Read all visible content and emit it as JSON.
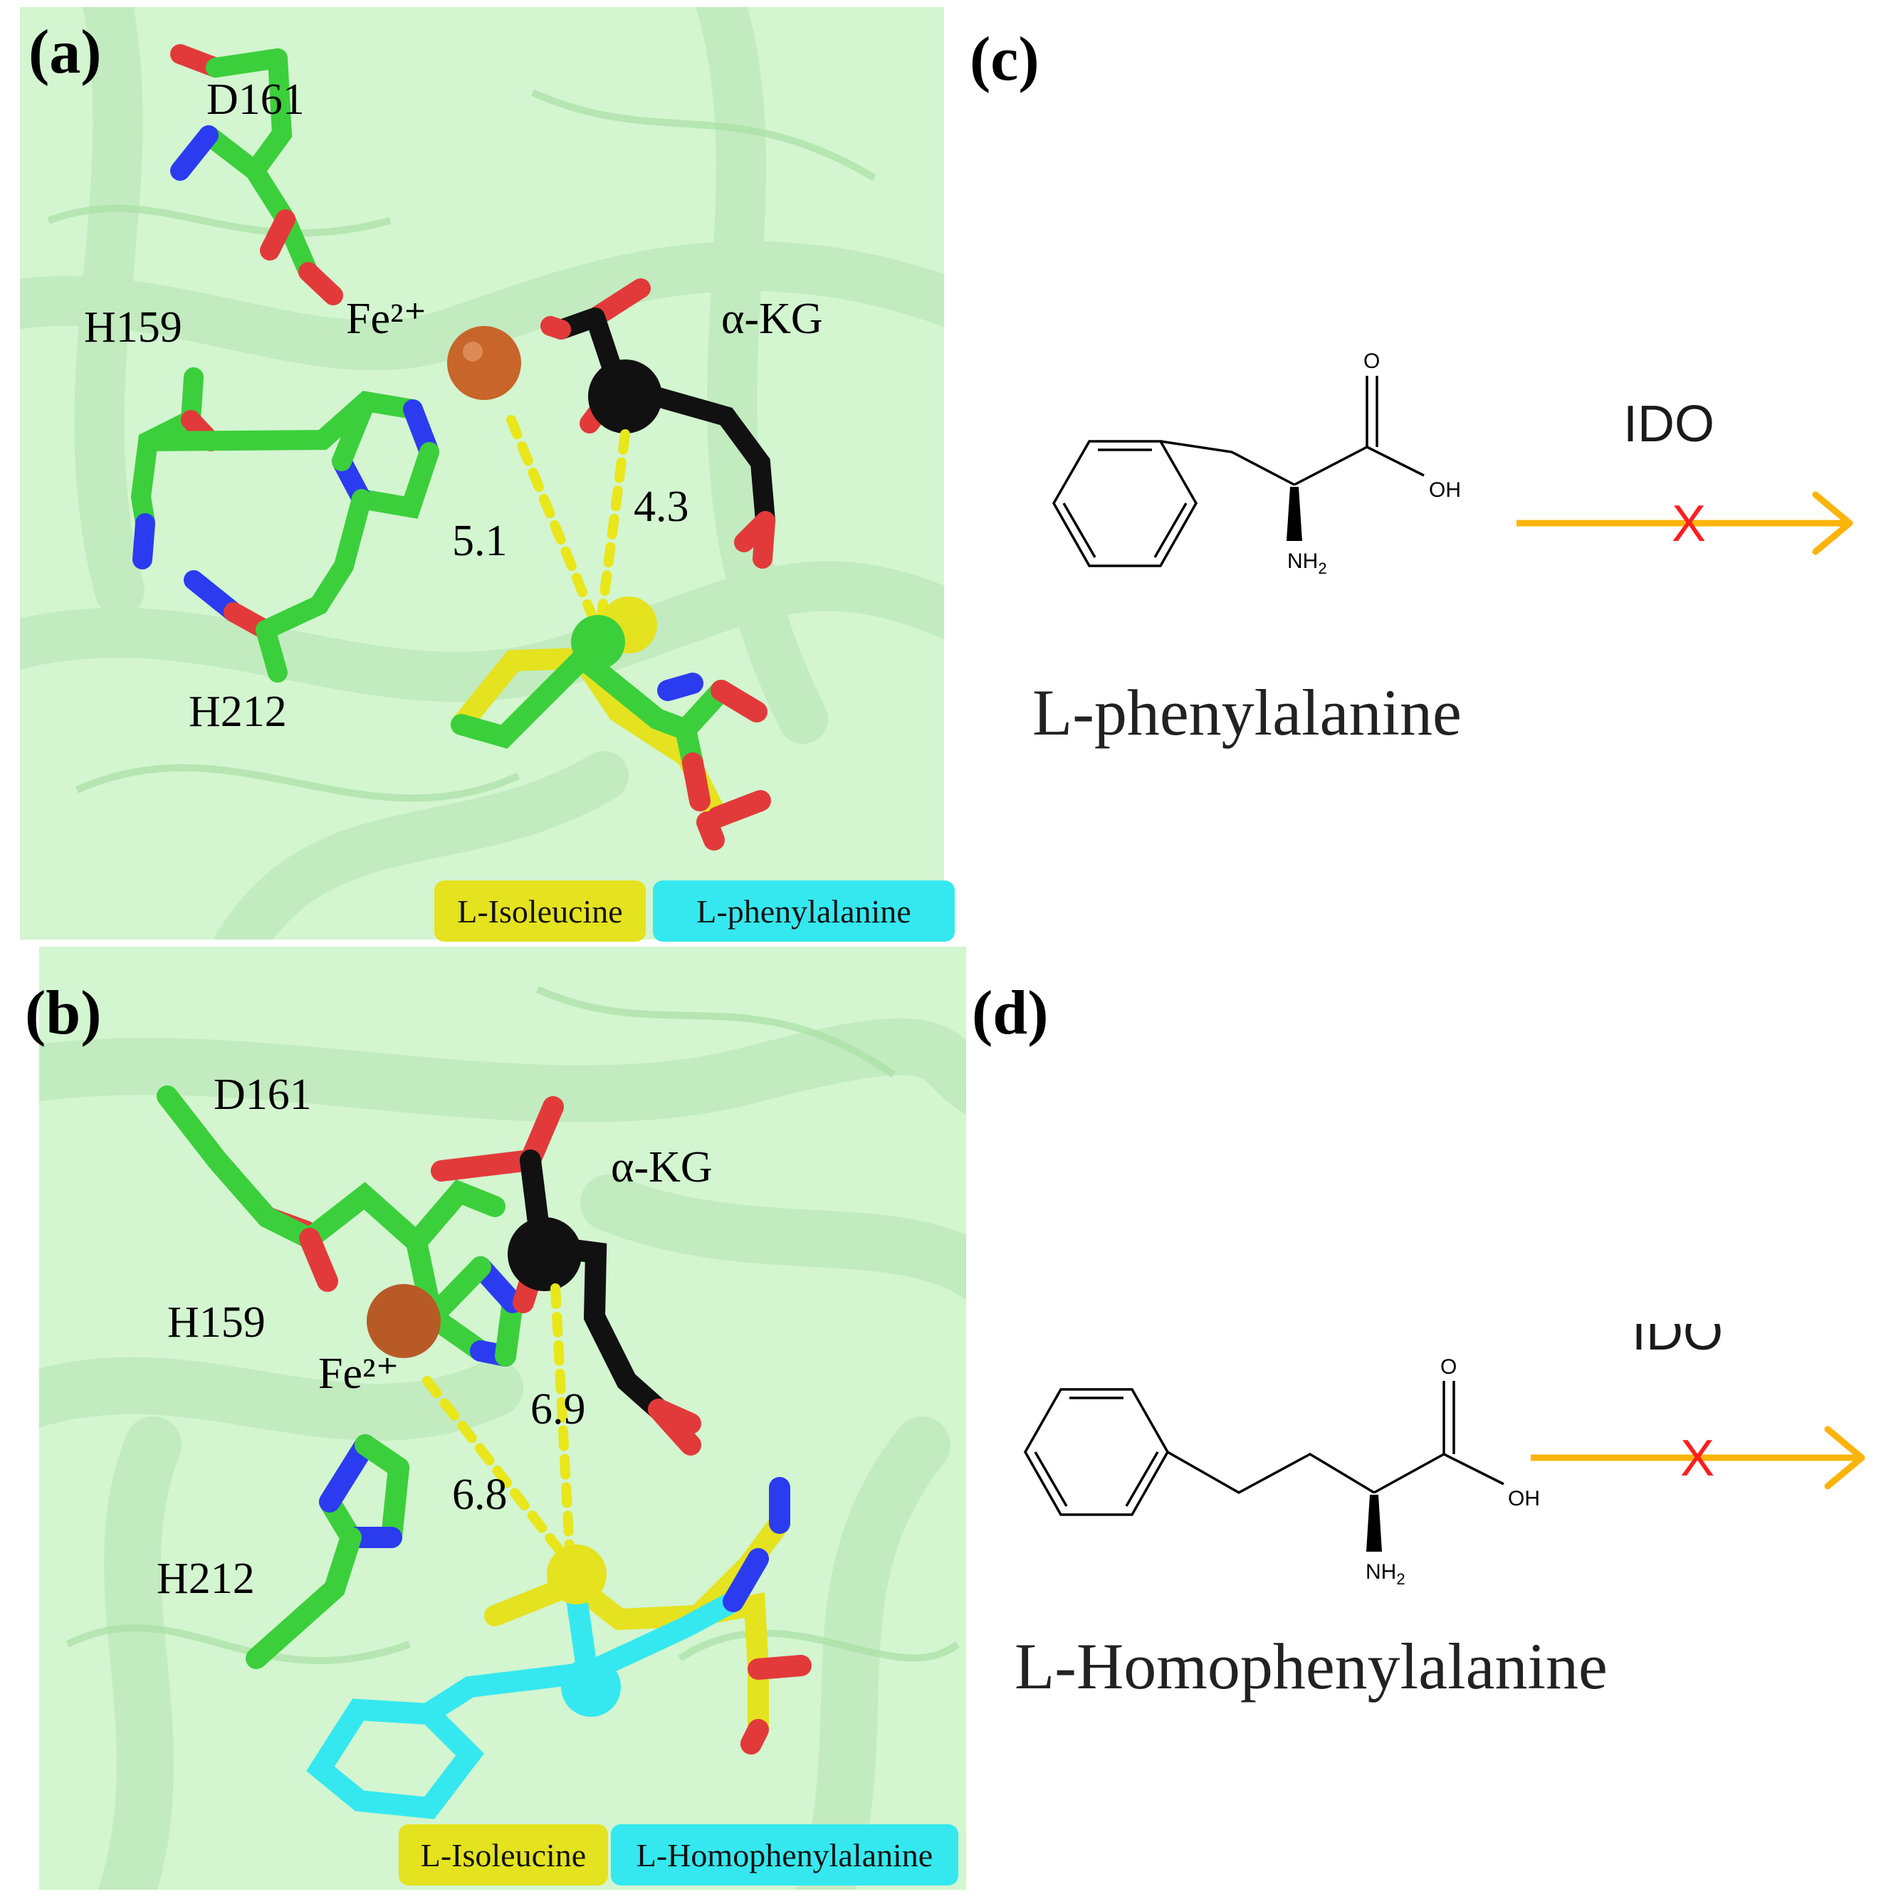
{
  "figure": {
    "panels": {
      "a": {
        "label": "(a)",
        "residues": [
          "D161",
          "H159",
          "H212"
        ],
        "metal": "Fe²⁺",
        "cofactor": "α-KG",
        "distances": [
          "5.1",
          "4.3"
        ],
        "legend": [
          {
            "text": "L-Isoleucine",
            "color": "#e5e21f"
          },
          {
            "text": "L-phenylalanine",
            "color": "#35e8ef"
          }
        ]
      },
      "b": {
        "label": "(b)",
        "residues": [
          "D161",
          "H159",
          "H212"
        ],
        "metal": "Fe²⁺",
        "cofactor": "α-KG",
        "distances": [
          "6.9",
          "6.8"
        ],
        "legend": [
          {
            "text": "L-Isoleucine",
            "color": "#e5e21f"
          },
          {
            "text": "L-Homophenylalanine",
            "color": "#35e8ef"
          }
        ]
      },
      "c": {
        "label": "(c)",
        "compound": "L-phenylalanine",
        "atoms": {
          "o": "O",
          "oh": "OH",
          "nh2": "NH",
          "sub2": "2"
        },
        "enzyme": "IDO",
        "mark": "X"
      },
      "d": {
        "label": "(d)",
        "compound": "L-Homophenylalanine",
        "atoms": {
          "o": "O",
          "oh": "OH",
          "nh2": "NH",
          "sub2": "2"
        },
        "enzyme": "IDO",
        "mark": "X"
      }
    },
    "colors": {
      "protein_bg": "#d3f5d0",
      "carbon": "#3ccf3c",
      "oxygen": "#e23a3a",
      "nitrogen": "#2b3cf0",
      "alphaKG": "#111111",
      "iron": "#c8652a",
      "isoleucine": "#e5e21f",
      "phenylalanine": "#35e8ef",
      "distance_line": "#e9e61a",
      "arrow": "#fbb40a",
      "cross": "#ff1e1e"
    }
  }
}
